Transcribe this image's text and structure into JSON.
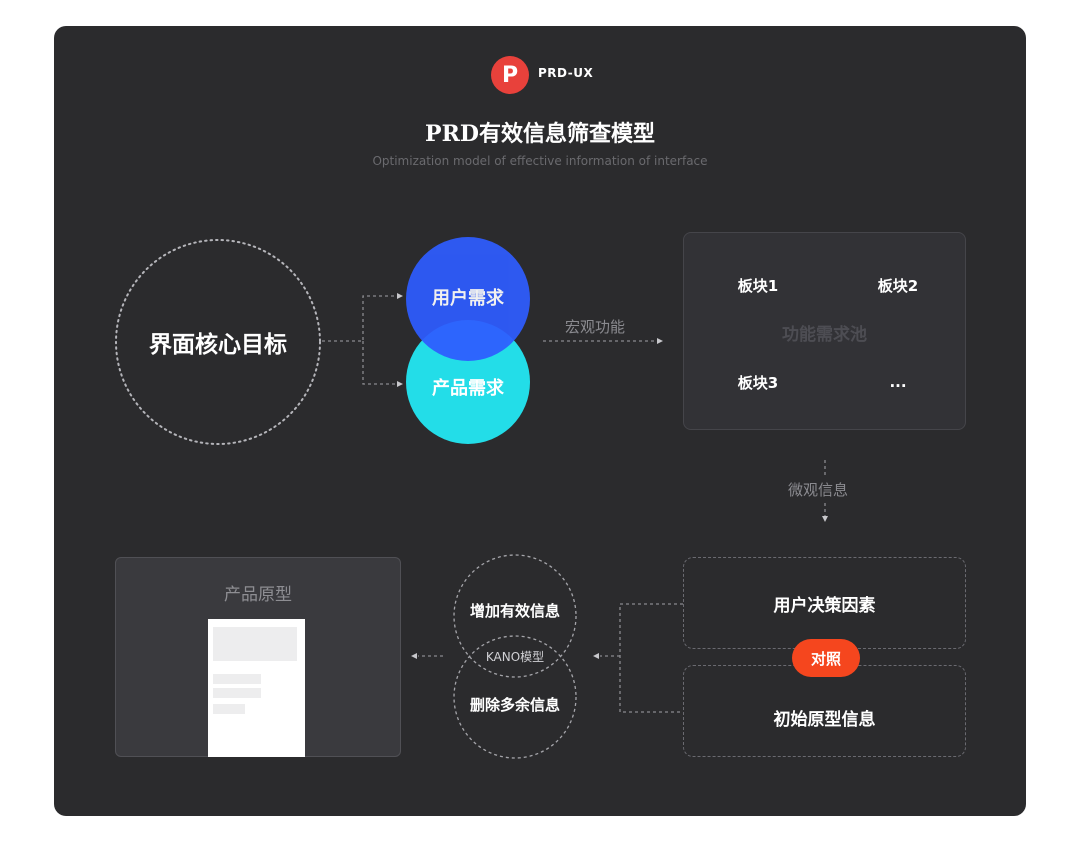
{
  "header": {
    "logo_letter": "P",
    "logo_text": "PRD-UX",
    "title": "PRD有效信息筛查模型",
    "subtitle": "Optimization model of effective information of interface"
  },
  "nodes": {
    "core_goal": "界面核心目标",
    "user_need": "用户需求",
    "product_need": "产品需求",
    "macro_label": "宏观功能",
    "pool": {
      "center": "功能需求池",
      "cells": [
        "板块1",
        "板块2",
        "板块3",
        "..."
      ]
    },
    "micro_label": "微观信息",
    "decision_factor": "用户决策因素",
    "compare": "对照",
    "initial_info": "初始原型信息",
    "kano": {
      "add": "增加有效信息",
      "model": "KANO模型",
      "remove": "删除多余信息"
    },
    "prototype_title": "产品原型"
  },
  "colors": {
    "panel": "#2b2b2d",
    "user_need": "#2e5cff",
    "product_need": "#23dde8",
    "accent": "#f5461e",
    "logo": "#e8413b"
  }
}
